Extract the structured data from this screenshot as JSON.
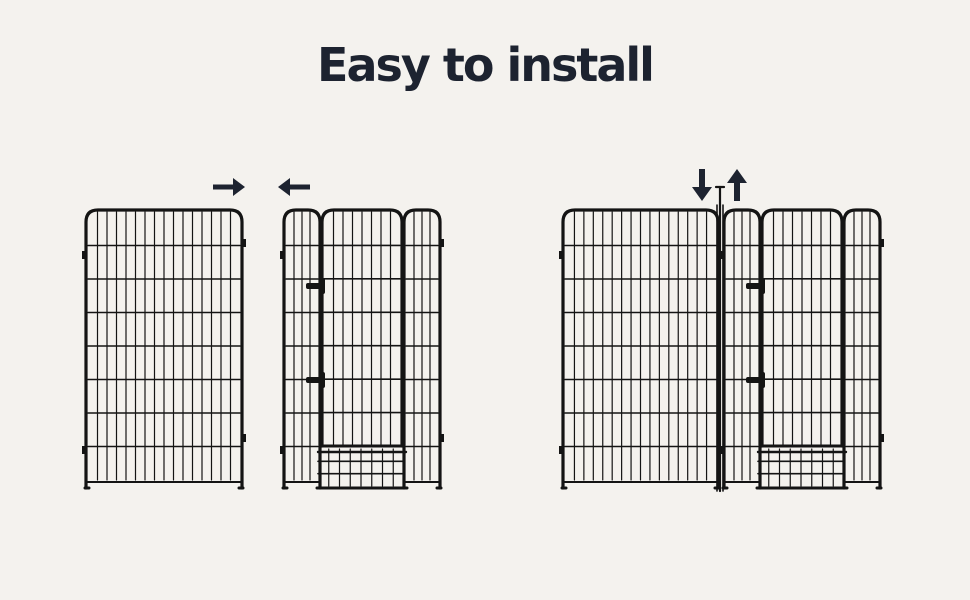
{
  "heading": {
    "title": "Easy to install"
  },
  "colors": {
    "background": "#f4f2ee",
    "ink": "#1d2330",
    "fence": "#141414"
  },
  "illustrations": [
    {
      "name": "before-assembly",
      "arrows": [
        "arrow-right-icon",
        "arrow-left-icon"
      ]
    },
    {
      "name": "after-assembly",
      "arrows": [
        "arrow-down-icon",
        "arrow-up-icon"
      ]
    }
  ]
}
